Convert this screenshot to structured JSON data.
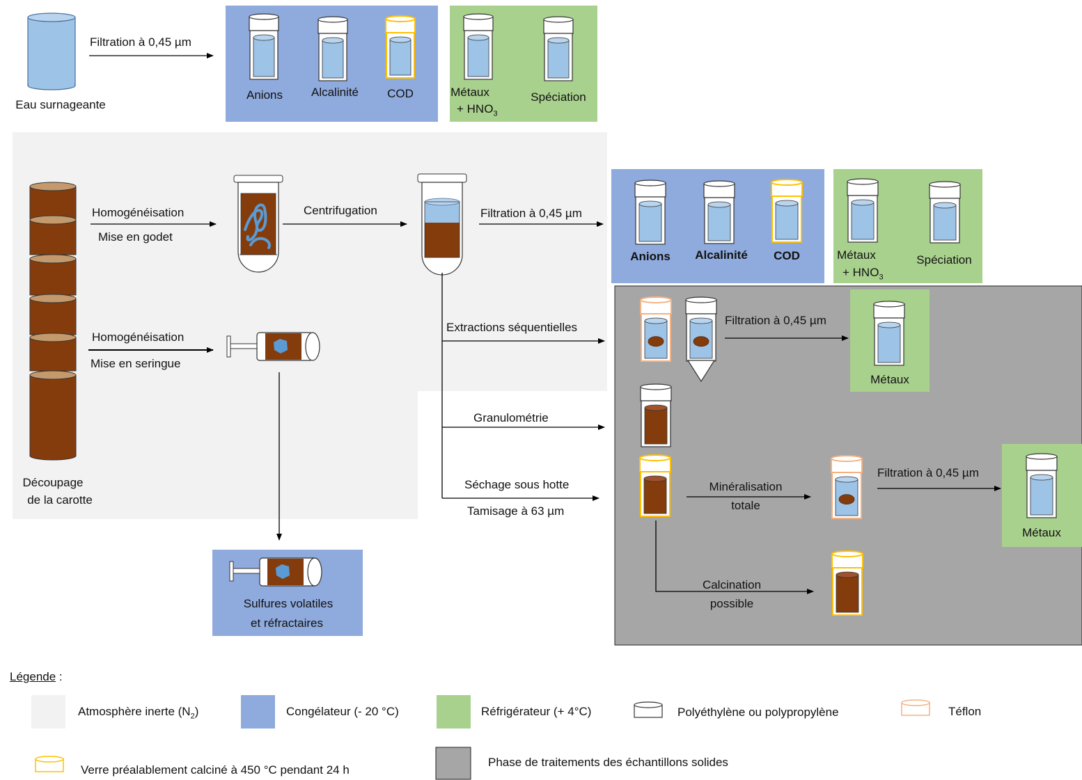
{
  "colors": {
    "inert_atmosphere": "#f2f2f2",
    "freezer": "#8faadc",
    "fridge": "#a9d18e",
    "solid_phase": "#a6a6a6",
    "sediment": "#843c0c",
    "water": "#9dc3e6",
    "teflon_cap": "#f4b183",
    "glass_cap": "#ffc000"
  },
  "top_row": {
    "supernatant": "Eau surnageante",
    "filtration": "Filtration à 0,45 µm",
    "freezer_vials": [
      "Anions",
      "Alcalinité",
      "COD"
    ],
    "fridge_metals_line1": "Métaux",
    "fridge_metals_line2": "+ HNO",
    "fridge_metals_sub": "3",
    "fridge_speciation": "Spéciation"
  },
  "core": {
    "cutting_line1": "Découpage",
    "cutting_line2": "de la carotte"
  },
  "process": {
    "homog1": "Homogénéisation",
    "cup": "Mise en godet",
    "centrifugation": "Centrifugation",
    "filtration": "Filtration à 0,45 µm",
    "homog2": "Homogénéisation",
    "syringe": "Mise en seringue",
    "extractions": "Extractions séquentielles",
    "granulometry": "Granulométrie",
    "drying": "Séchage sous hotte",
    "sieving": "Tamisage à 63 µm",
    "sulfides_line1": "Sulfures volatiles",
    "sulfides_line2": "et réfractaires"
  },
  "porewater": {
    "freezer_vials": [
      "Anions",
      "Alcalinité",
      "COD"
    ],
    "metals_line1": "Métaux",
    "metals_line2": "+ HNO",
    "metals_sub": "3",
    "speciation": "Spéciation"
  },
  "solids": {
    "filtration1": "Filtration à 0,45 µm",
    "metals1": "Métaux",
    "mineralisation_line1": "Minéralisation",
    "mineralisation_line2": "totale",
    "filtration2": "Filtration à 0,45 µm",
    "metals2": "Métaux",
    "calcination_line1": "Calcination",
    "calcination_line2": "possible"
  },
  "legend": {
    "title": "Légende",
    "title_suffix": " :",
    "inert": "Atmosphère inerte (N",
    "inert_sub": "2",
    "inert_end": ")",
    "freezer": "Congélateur (- 20 °C)",
    "fridge": "Réfrigérateur (+ 4°C)",
    "poly": "Polyéthylène ou polypropylène",
    "teflon": "Téflon",
    "glass": "Verre préalablement  calciné à 450 °C pendant 24 h",
    "solid_phase": "Phase de traitements des échantillons solides"
  }
}
